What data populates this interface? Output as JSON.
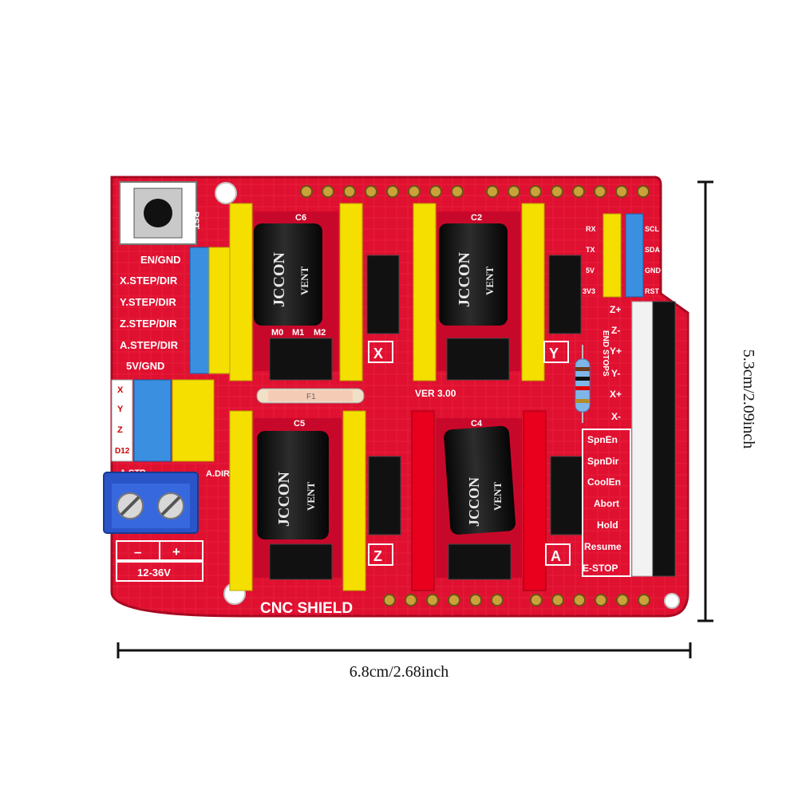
{
  "dimensions": {
    "width_label": "6.8cm/2.68inch",
    "height_label": "5.3cm/2.09inch"
  },
  "board": {
    "silkscreen_title": "CNC SHIELD",
    "version": "VER 3.00",
    "reset_button_label": "RST",
    "power_label": "12-36V",
    "polarity_minus": "–",
    "polarity_plus": "+",
    "left_labels": [
      "EN/GND",
      "X.STEP/DIR",
      "Y.STEP/DIR",
      "Z.STEP/DIR",
      "A.STEP/DIR",
      "5V/GND"
    ],
    "left_jumper_labels": [
      "X",
      "Y",
      "Z",
      "D12"
    ],
    "a_labels": [
      "A.STP",
      "A.DIR"
    ],
    "serial_left": [
      "RX",
      "TX",
      "5V",
      "3V3"
    ],
    "serial_right": [
      "SCL",
      "SDA",
      "GND",
      "RST"
    ],
    "endstop_labels": [
      "Z+",
      "Z-",
      "Y+",
      "Y-",
      "X+",
      "X-"
    ],
    "endstop_caption": "END STOPS",
    "control_labels": [
      "SpnEn",
      "SpnDir",
      "CoolEn",
      "Abort",
      "Hold",
      "Resume",
      "E-STOP"
    ],
    "axis_labels": [
      "X",
      "Y",
      "Z",
      "A"
    ],
    "cap_labels": [
      "C6",
      "C2",
      "C5",
      "C4"
    ],
    "microstep_labels": [
      "M0",
      "M1",
      "M2"
    ],
    "capacitor_brand": "JCCON",
    "capacitor_text": "VENT",
    "fuse_label": "F1"
  },
  "colors": {
    "pcb_red": "#e01030",
    "header_yellow": "#f4df00",
    "header_red": "#e8001c",
    "header_blue": "#3a8fe0",
    "header_white": "#f2f2f2",
    "terminal_blue": "#2a55c8"
  }
}
